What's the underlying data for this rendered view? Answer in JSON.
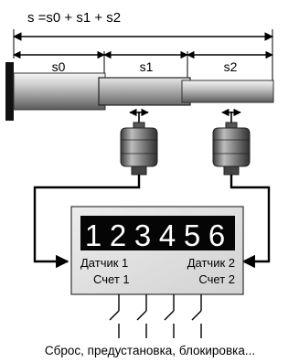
{
  "formula": "s =s0 + s1 + s2",
  "segments": [
    "s0",
    "s1",
    "s2"
  ],
  "counter": {
    "digits": [
      "1",
      "2",
      "3",
      "4",
      "5",
      "6"
    ],
    "sensor_1_label": "Датчик 1",
    "sensor_2_label": "Датчик 2",
    "count_1_label": "Счет 1",
    "count_2_label": "Счет 2"
  },
  "caption": "Сброс, предустановка, блокировка..."
}
